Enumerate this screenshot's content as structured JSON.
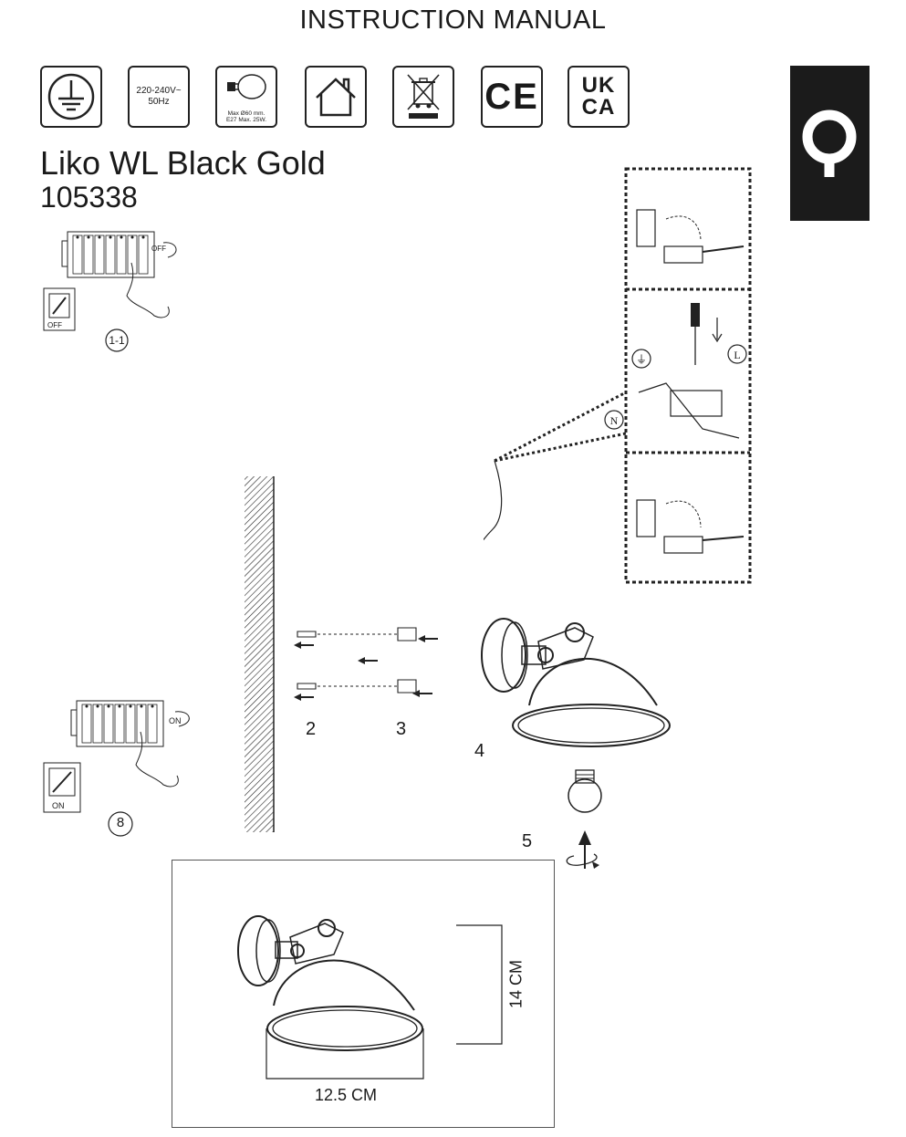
{
  "header": {
    "title": "INSTRUCTION MANUAL"
  },
  "certifications": [
    {
      "icon": "earth-ground-icon"
    },
    {
      "icon": "voltage-icon",
      "line1": "220-240V~",
      "line2": "50Hz"
    },
    {
      "icon": "bulb-spec-icon",
      "line1": "Max Ø60 mm.",
      "line2": "E27 Max. 25W."
    },
    {
      "icon": "indoor-use-house-icon"
    },
    {
      "icon": "weee-bin-icon"
    },
    {
      "icon": "ce-mark-icon",
      "text": "CE"
    },
    {
      "icon": "ukca-mark-icon",
      "line1": "UK",
      "line2": "CA"
    }
  ],
  "product": {
    "name": "Liko WL Black Gold",
    "code": "105338"
  },
  "steps": {
    "step_1": {
      "label": "1-1",
      "switch_text": "OFF",
      "breaker_text": "OFF"
    },
    "step_2": {
      "label": "2"
    },
    "step_3": {
      "label": "3"
    },
    "step_4": {
      "label": "4"
    },
    "step_5": {
      "label": "5"
    },
    "step_8": {
      "label": "8",
      "switch_text": "ON",
      "breaker_text": "ON"
    }
  },
  "wiring": {
    "earth_symbol": "⏚",
    "live": "L",
    "neutral": "N"
  },
  "dimensions": {
    "width": "12.5 CM",
    "height": "14 CM"
  },
  "colors": {
    "ink": "#1a1a1a",
    "brand_block": "#1b1b1b"
  }
}
